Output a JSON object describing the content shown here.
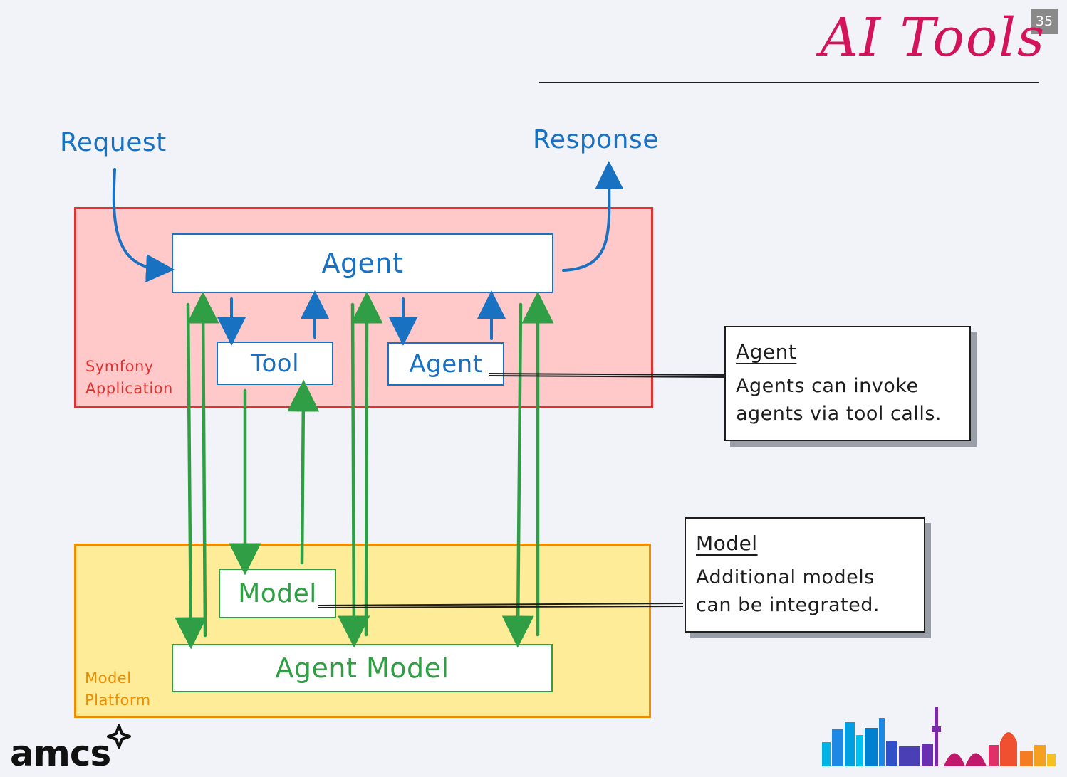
{
  "slide": {
    "number": "35",
    "title": "AI Tools"
  },
  "labels": {
    "request": "Request",
    "response": "Response"
  },
  "regions": {
    "symfony": {
      "label": "Symfony\nApplication",
      "color": "#e03131",
      "fill": "#ffc9c9"
    },
    "platform": {
      "label": "Model\nPlatform",
      "color": "#f08c00",
      "fill": "#ffec99"
    }
  },
  "boxes": {
    "agent_main": "Agent",
    "tool": "Tool",
    "agent_sub": "Agent",
    "model": "Model",
    "agent_model": "Agent Model"
  },
  "notes": {
    "agent": {
      "title": "Agent",
      "body": "Agents can invoke agents via tool calls."
    },
    "model": {
      "title": "Model",
      "body": "Additional models can be integrated."
    }
  },
  "colors": {
    "blue": "#1971c2",
    "green": "#2f9e44",
    "title": "#d4145a"
  },
  "logo": {
    "text": "amcs"
  }
}
